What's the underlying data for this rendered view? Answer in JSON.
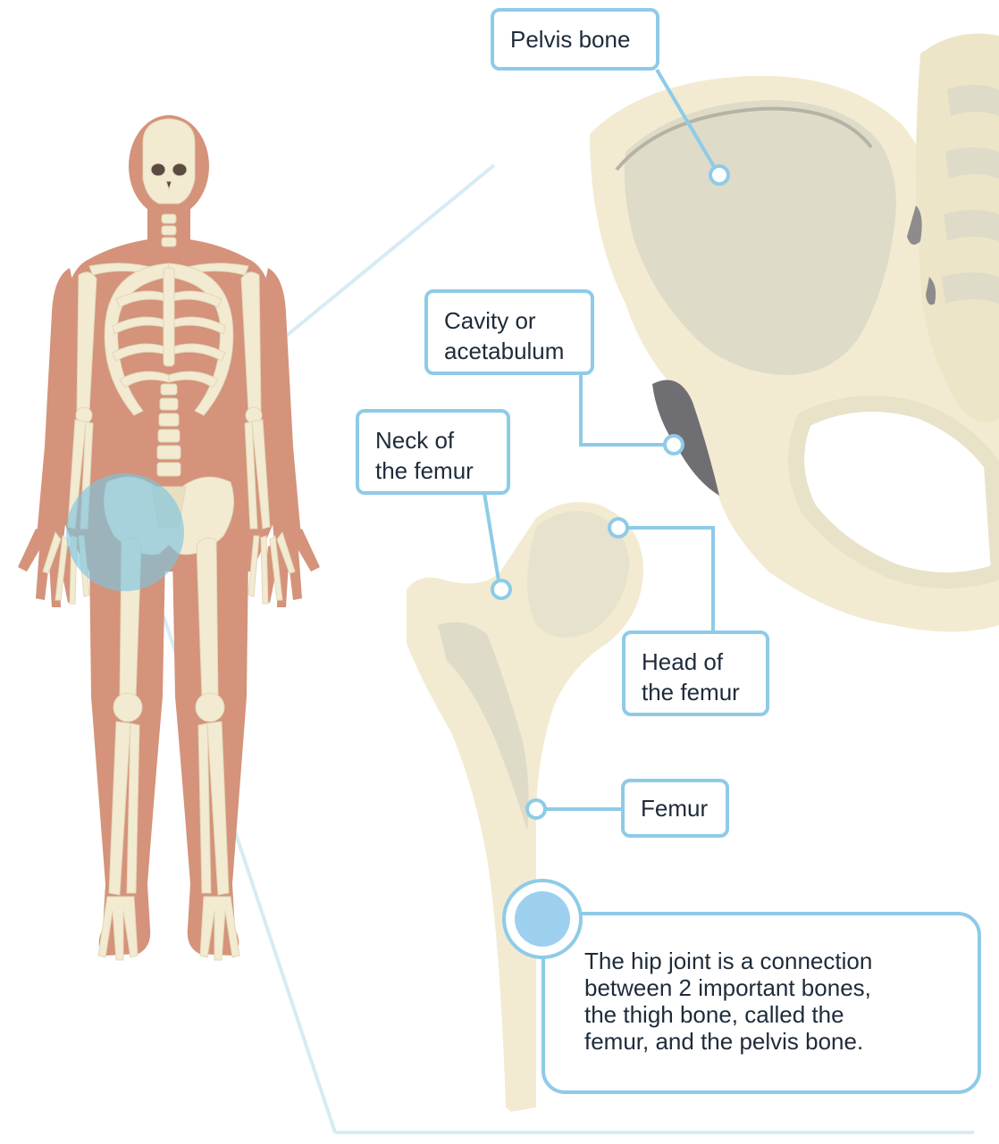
{
  "labels": {
    "pelvis": "Pelvis bone",
    "cavity_line1": "Cavity or",
    "cavity_line2": "acetabulum",
    "neck_line1": "Neck of",
    "neck_line2": "the femur",
    "head_line1": "Head of",
    "head_line2": "the femur",
    "femur": "Femur"
  },
  "info": {
    "line1": "The hip joint is a connection",
    "line2": "between 2 important bones,",
    "line3": "the thigh bone, called the",
    "line4": "femur, and the pelvis bone."
  },
  "colors": {
    "skin": "#d4937a",
    "bone": "#f2ebd2",
    "bone_shadow": "#dedbc8",
    "accent": "#8ecbe8",
    "highlight": "#7ec4e0"
  }
}
